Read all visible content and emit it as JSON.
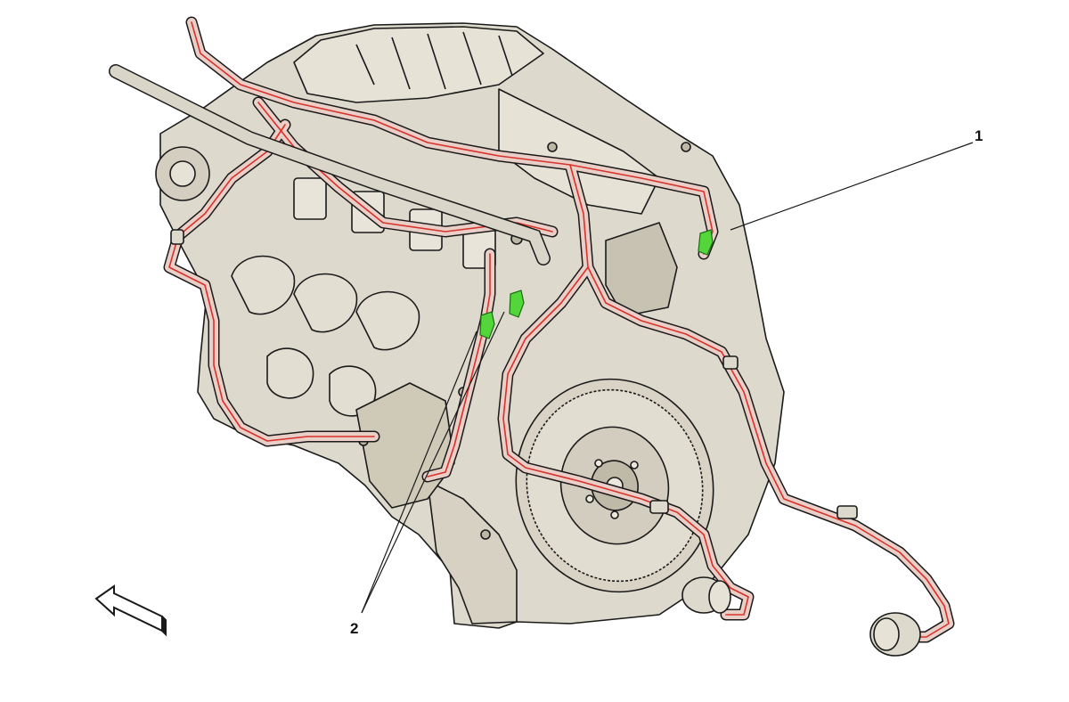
{
  "callouts": [
    {
      "id": "1",
      "text": "1"
    },
    {
      "id": "2",
      "text": "2"
    }
  ],
  "colors": {
    "engine_fill": "#ddd9cc",
    "engine_shadow": "#c9c4b4",
    "outline": "#1a1a1a",
    "harness_fill": "#e9cfc8",
    "harness_wire": "#d8322a",
    "connector_highlight": "#52d63a"
  },
  "icons": {
    "direction_arrow": "front-direction-arrow-icon"
  }
}
